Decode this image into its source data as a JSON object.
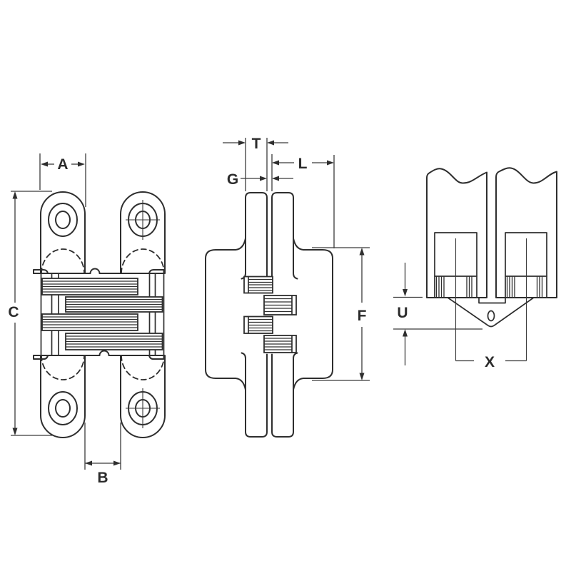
{
  "drawing": {
    "background": "#ffffff",
    "line_color": "#2e2e2e",
    "dims": {
      "a": "A",
      "b": "B",
      "c": "C",
      "t": "T",
      "g": "G",
      "l": "L",
      "f": "F",
      "u": "U",
      "x": "X"
    }
  }
}
